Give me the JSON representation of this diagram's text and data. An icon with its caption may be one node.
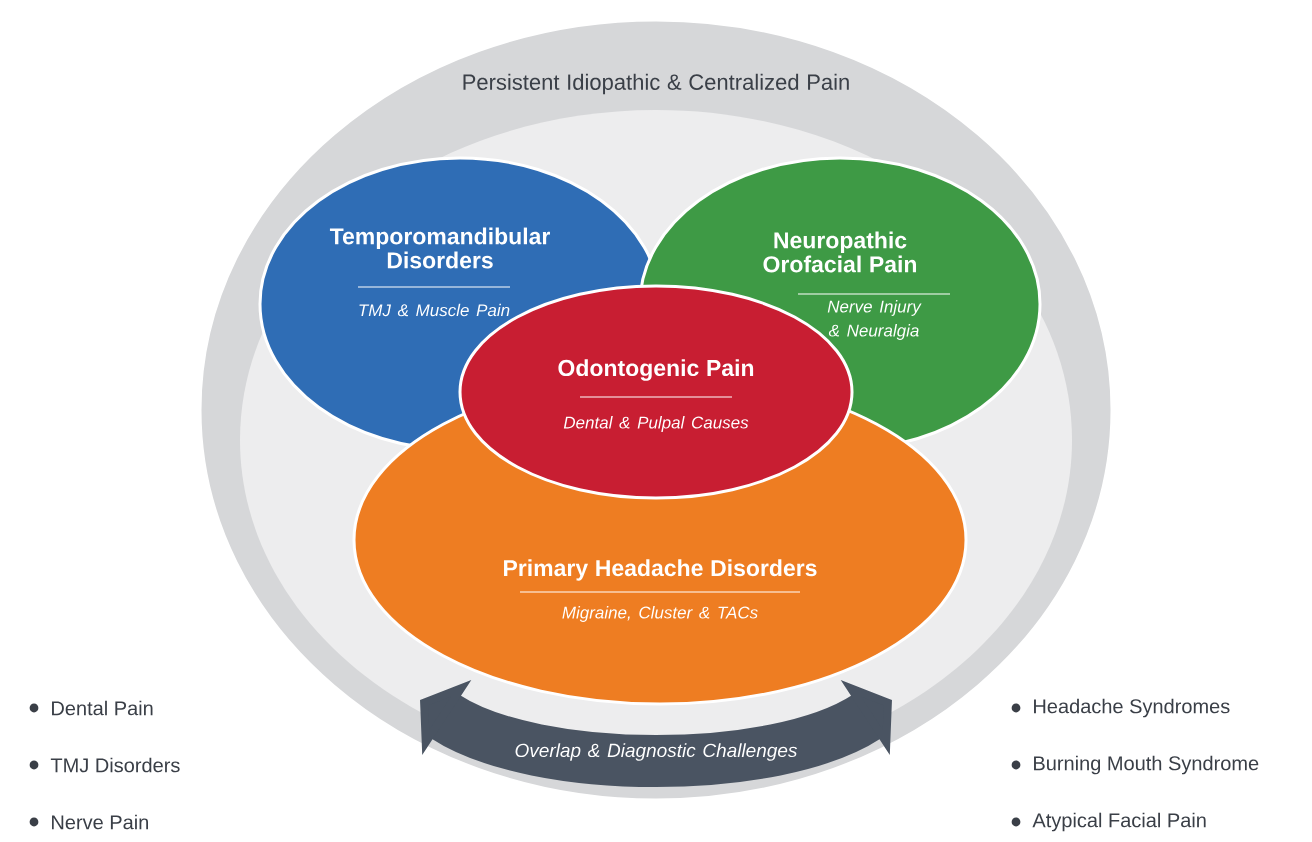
{
  "diagram": {
    "nodes": [
      {
        "text": [
          "Persistent Idiopathic & Centralized Pain"
        ]
      },
      {
        "text": [
          "Temporomandibular Disorders",
          "TMJ & Muscle Pain"
        ],
        "in": 0
      },
      {
        "text": [
          "Neuropathic Orofacial Pain",
          "Nerve Injury & Neuralgia"
        ],
        "in": 0
      },
      {
        "text": [
          "Odontogenic Pain",
          "Dental & Pulpal Causes"
        ],
        "in": 0
      },
      {
        "text": [
          "Primary Headache Disorders",
          "Migraine, Cluster & TACs"
        ],
        "in": 0
      },
      {
        "text": [
          "Overlap & Diagnostic Challenges"
        ],
        "in": 0
      }
    ],
    "labels": [
      "Dental Pain",
      "Headache Syndromes",
      "TMJ Disorders",
      "Burning Mouth Syndrome",
      "Nerve Pain",
      "Atypical Facial Pain"
    ]
  }
}
